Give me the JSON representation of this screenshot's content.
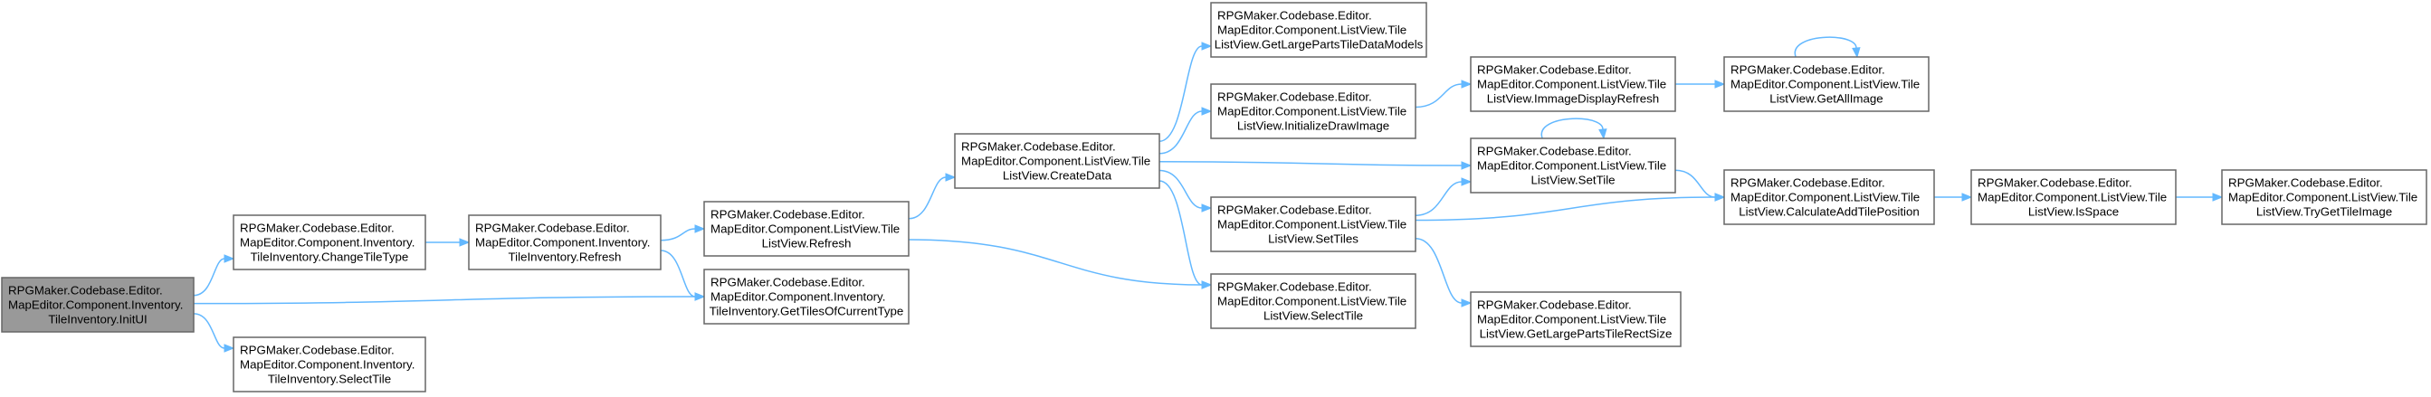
{
  "colors": {
    "edge": "#63b8ff",
    "node_border": "#666666",
    "node_fill": "#ffffff",
    "root_fill": "#999999",
    "text": "#000000"
  },
  "nodes": [
    {
      "id": "init_ui",
      "lines": [
        "RPGMaker.Codebase.Editor.",
        "MapEditor.Component.Inventory.",
        "TileInventory.InitUI"
      ]
    },
    {
      "id": "change_tile_type",
      "lines": [
        "RPGMaker.Codebase.Editor.",
        "MapEditor.Component.Inventory.",
        "TileInventory.ChangeTileType"
      ]
    },
    {
      "id": "inv_refresh",
      "lines": [
        "RPGMaker.Codebase.Editor.",
        "MapEditor.Component.Inventory.",
        "TileInventory.Refresh"
      ]
    },
    {
      "id": "inv_select_tile",
      "lines": [
        "RPGMaker.Codebase.Editor.",
        "MapEditor.Component.Inventory.",
        "TileInventory.SelectTile"
      ]
    },
    {
      "id": "lv_refresh",
      "lines": [
        "RPGMaker.Codebase.Editor.",
        "MapEditor.Component.ListView.Tile",
        "ListView.Refresh"
      ]
    },
    {
      "id": "get_tiles_of_type",
      "lines": [
        "RPGMaker.Codebase.Editor.",
        "MapEditor.Component.Inventory.",
        "TileInventory.GetTilesOfCurrentType"
      ]
    },
    {
      "id": "create_data",
      "lines": [
        "RPGMaker.Codebase.Editor.",
        "MapEditor.Component.ListView.Tile",
        "ListView.CreateData"
      ]
    },
    {
      "id": "get_large_parts",
      "lines": [
        "RPGMaker.Codebase.Editor.",
        "MapEditor.Component.ListView.Tile",
        "ListView.GetLargePartsTileDataModels"
      ]
    },
    {
      "id": "init_draw_image",
      "lines": [
        "RPGMaker.Codebase.Editor.",
        "MapEditor.Component.ListView.Tile",
        "ListView.InitializeDrawImage"
      ]
    },
    {
      "id": "set_tiles",
      "lines": [
        "RPGMaker.Codebase.Editor.",
        "MapEditor.Component.ListView.Tile",
        "ListView.SetTiles"
      ]
    },
    {
      "id": "lv_select_tile",
      "lines": [
        "RPGMaker.Codebase.Editor.",
        "MapEditor.Component.ListView.Tile",
        "ListView.SelectTile"
      ]
    },
    {
      "id": "image_display_refresh",
      "lines": [
        "RPGMaker.Codebase.Editor.",
        "MapEditor.Component.ListView.Tile",
        "ListView.ImmageDisplayRefresh"
      ]
    },
    {
      "id": "set_tile",
      "lines": [
        "RPGMaker.Codebase.Editor.",
        "MapEditor.Component.ListView.Tile",
        "ListView.SetTile"
      ]
    },
    {
      "id": "get_large_rect",
      "lines": [
        "RPGMaker.Codebase.Editor.",
        "MapEditor.Component.ListView.Tile",
        "ListView.GetLargePartsTileRectSize"
      ]
    },
    {
      "id": "get_all_image",
      "lines": [
        "RPGMaker.Codebase.Editor.",
        "MapEditor.Component.ListView.Tile",
        "ListView.GetAllImage"
      ]
    },
    {
      "id": "calc_add_tile_pos",
      "lines": [
        "RPGMaker.Codebase.Editor.",
        "MapEditor.Component.ListView.Tile",
        "ListView.CalculateAddTilePosition"
      ]
    },
    {
      "id": "is_space",
      "lines": [
        "RPGMaker.Codebase.Editor.",
        "MapEditor.Component.ListView.Tile",
        "ListView.IsSpace"
      ]
    },
    {
      "id": "try_get_tile_image",
      "lines": [
        "RPGMaker.Codebase.Editor.",
        "MapEditor.Component.ListView.Tile",
        "ListView.TryGetTileImage"
      ]
    }
  ],
  "edges": [
    [
      "init_ui",
      "change_tile_type"
    ],
    [
      "init_ui",
      "get_tiles_of_type"
    ],
    [
      "init_ui",
      "inv_select_tile"
    ],
    [
      "change_tile_type",
      "inv_refresh"
    ],
    [
      "inv_refresh",
      "lv_refresh"
    ],
    [
      "inv_refresh",
      "get_tiles_of_type"
    ],
    [
      "lv_refresh",
      "create_data"
    ],
    [
      "lv_refresh",
      "lv_select_tile"
    ],
    [
      "create_data",
      "get_large_parts"
    ],
    [
      "create_data",
      "init_draw_image"
    ],
    [
      "create_data",
      "set_tile"
    ],
    [
      "create_data",
      "set_tiles"
    ],
    [
      "create_data",
      "lv_select_tile"
    ],
    [
      "init_draw_image",
      "image_display_refresh"
    ],
    [
      "image_display_refresh",
      "get_all_image"
    ],
    [
      "get_all_image",
      "get_all_image"
    ],
    [
      "set_tile",
      "set_tile"
    ],
    [
      "set_tile",
      "calc_add_tile_pos"
    ],
    [
      "set_tiles",
      "set_tile"
    ],
    [
      "set_tiles",
      "calc_add_tile_pos"
    ],
    [
      "set_tiles",
      "get_large_rect"
    ],
    [
      "calc_add_tile_pos",
      "is_space"
    ],
    [
      "is_space",
      "try_get_tile_image"
    ]
  ]
}
